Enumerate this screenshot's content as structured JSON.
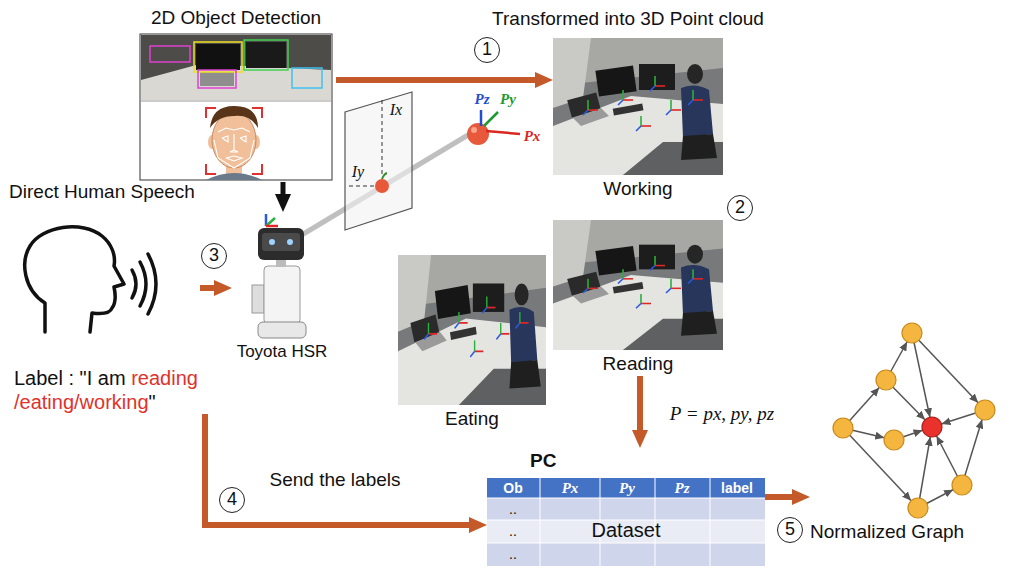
{
  "diagram": {
    "nodes": [
      {
        "text": [
          "2D Object Detection"
        ]
      },
      {
        "text": [
          "Working"
        ]
      },
      {
        "text": [
          "Reading"
        ]
      },
      {
        "text": [
          "Eating"
        ]
      },
      {
        "text": [
          "Direct Human Speech"
        ]
      },
      {
        "text": [
          "Toyota HSR"
        ]
      },
      {
        "text": [
          "Label : \"I am",
          "reading /eating/working",
          "\""
        ]
      },
      {
        "text": [
          "PC",
          "Dataset"
        ]
      },
      {
        "text": [
          "Normalized Graph"
        ]
      }
    ],
    "edges": [
      {
        "from": 0,
        "to": 1,
        "arrow": "to",
        "label": "1"
      },
      {
        "from": 0,
        "to": 5,
        "arrow": "to"
      },
      {
        "from": 4,
        "to": 5,
        "arrow": "to",
        "label": "3"
      },
      {
        "from": 6,
        "to": 7,
        "arrow": "to",
        "label": "4"
      },
      {
        "from": 2,
        "to": 7,
        "arrow": "to",
        "label": "P = px, py, pz"
      },
      {
        "from": 7,
        "to": 8,
        "arrow": "to",
        "label": "5"
      }
    ],
    "labels": [
      "Transformed into 3D Point cloud",
      "2",
      "Ix",
      "Iy",
      "Pz",
      "Py",
      "Px",
      "Send the labels",
      "Ob",
      "Px",
      "Py",
      "Pz",
      "label",
      "..",
      "..",
      ".."
    ]
  }
}
